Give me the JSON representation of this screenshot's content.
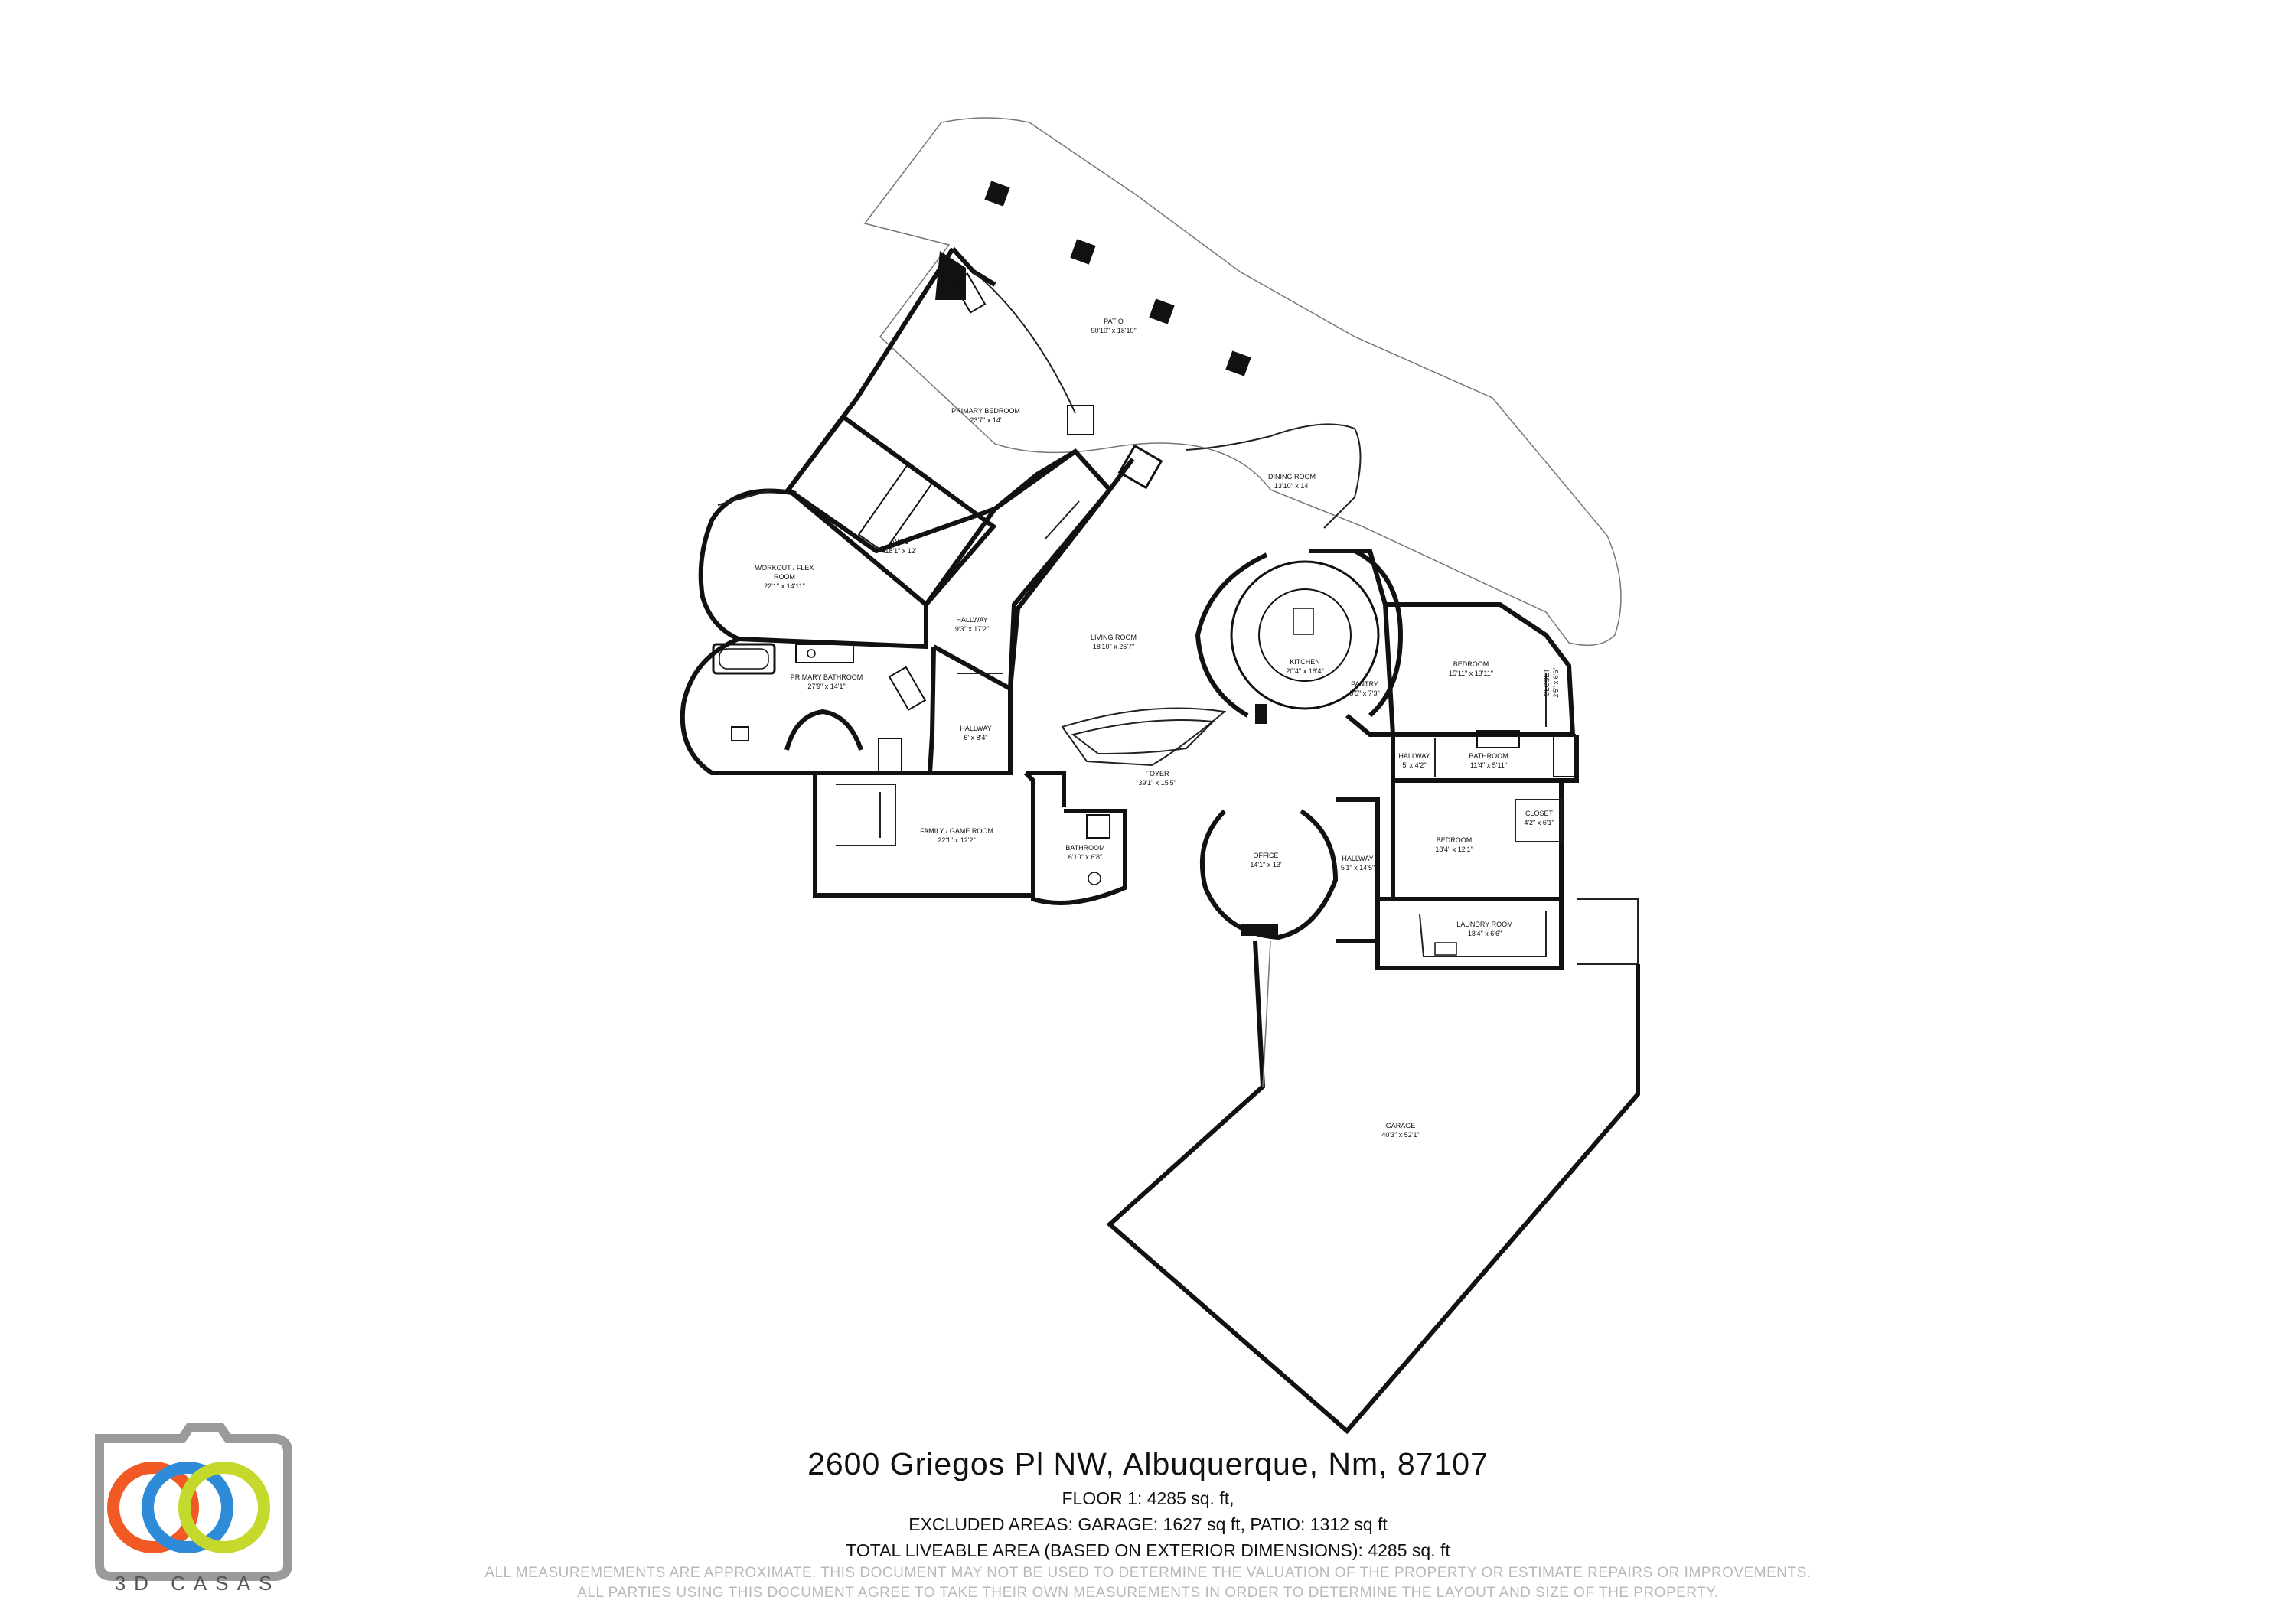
{
  "rooms": {
    "patio": {
      "name": "PATIO",
      "dims": "90'10\" x 18'10\""
    },
    "primary_bedroom": {
      "name": "PRIMARY BEDROOM",
      "dims": "23'7\" x 14'"
    },
    "wic": {
      "name": "W.I.C",
      "dims": "18'1\" x 12'"
    },
    "workout": {
      "name1": "WORKOUT / FLEX",
      "name2": "ROOM",
      "dims": "22'1\" x 14'11\""
    },
    "primary_bathroom": {
      "name": "PRIMARY BATHROOM",
      "dims": "27'9\" x 14'1\""
    },
    "hallway1": {
      "name": "HALLWAY",
      "dims": "9'3\" x 17'2\""
    },
    "hallway2": {
      "name": "HALLWAY",
      "dims": "6' x 8'4\""
    },
    "living_room": {
      "name": "LIVING ROOM",
      "dims": "18'10\" x 26'7\""
    },
    "dining_room": {
      "name": "DINING ROOM",
      "dims": "13'10\" x 14'"
    },
    "kitchen": {
      "name": "KITCHEN",
      "dims": "20'4\" x 16'4\""
    },
    "pantry": {
      "name": "PANTRY",
      "dims": "5'5\" x 7'3\""
    },
    "bedroom1": {
      "name": "BEDROOM",
      "dims": "15'11\" x 13'11\""
    },
    "closet1": {
      "name": "CLOSET",
      "dims": "2'5\" x 6'6\""
    },
    "hallway3": {
      "name": "HALLWAY",
      "dims": "5' x 4'2\""
    },
    "bathroom1": {
      "name": "BATHROOM",
      "dims": "11'4\" x 5'11\""
    },
    "closet2": {
      "name": "CLOSET",
      "dims": "4'2\" x 6'1\""
    },
    "bedroom2": {
      "name": "BEDROOM",
      "dims": "18'4\" x 12'1\""
    },
    "foyer": {
      "name": "FOYER",
      "dims": "39'1\" x 15'5\""
    },
    "family_room": {
      "name": "FAMILY / GAME ROOM",
      "dims": "22'1\" x 12'2\""
    },
    "bathroom2": {
      "name": "BATHROOM",
      "dims": "6'10\" x 6'8\""
    },
    "office": {
      "name": "OFFICE",
      "dims": "14'1\" x 13'"
    },
    "hallway4": {
      "name": "HALLWAY",
      "dims": "5'1\" x 14'5\""
    },
    "laundry": {
      "name": "LAUNDRY ROOM",
      "dims": "18'4\" x 6'6\""
    },
    "garage": {
      "name": "GARAGE",
      "dims": "40'3\" x 52'1\""
    }
  },
  "footer": {
    "address": "2600 Griegos Pl NW, Albuquerque, Nm, 87107",
    "floor": "FLOOR 1: 4285 sq. ft,",
    "excluded": "EXCLUDED AREAS: GARAGE: 1627 sq ft, PATIO: 1312 sq ft",
    "total": "TOTAL LIVEABLE AREA (BASED ON EXTERIOR DIMENSIONS): 4285 sq. ft",
    "disclaimer1": "ALL MEASUREMEMENTS ARE APPROXIMATE. THIS DOCUMENT MAY NOT BE USED TO DETERMINE THE VALUATION OF THE PROPERTY OR ESTIMATE REPAIRS OR IMPROVEMENTS.",
    "disclaimer2": "ALL PARTIES USING THIS DOCUMENT AGREE TO TAKE THEIR OWN MEASUREMENTS IN ORDER TO DETERMINE THE LAYOUT AND SIZE OF THE PROPERTY."
  },
  "logo": {
    "brand": "3D CASAS",
    "colors": {
      "orange": "#f15a24",
      "blue": "#2e8bd8",
      "yellow": "#c5d92d",
      "frame": "#9a9a9a"
    }
  }
}
